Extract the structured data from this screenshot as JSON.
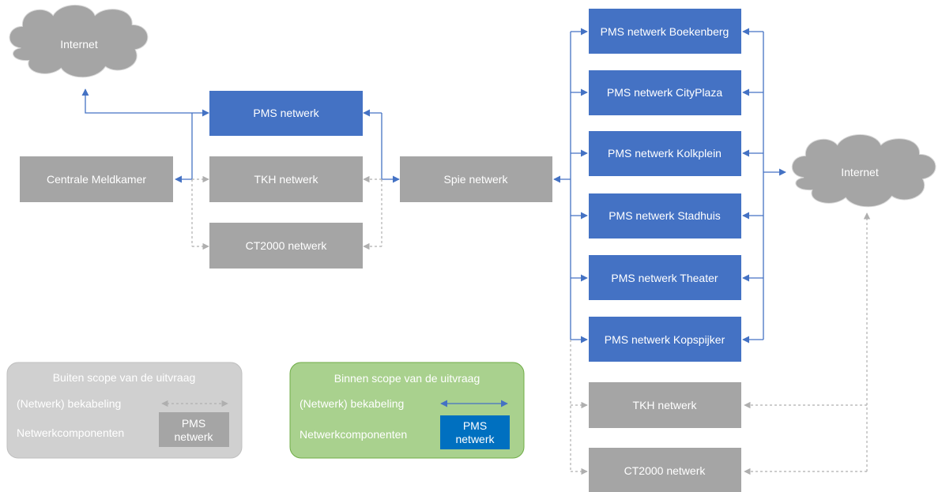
{
  "colors": {
    "pms_blue": "#4472C4",
    "other_gray": "#A5A5A5",
    "legend_gray_bg": "#D0D0D0",
    "legend_green_bg": "#A9D18E",
    "legend_blue_box": "#0070C0",
    "connector_blue": "#4472C4",
    "connector_gray": "#AFAFAF"
  },
  "clouds": {
    "internet_left": "Internet",
    "internet_right": "Internet"
  },
  "left_group": {
    "pms": "PMS netwerk",
    "tkh": "TKH netwerk",
    "ct2000": "CT2000 netwerk",
    "meldkamer": "Centrale Meldkamer",
    "spie": "Spie netwerk"
  },
  "right_group": {
    "boekenberg": "PMS netwerk Boekenberg",
    "cityplaza": "PMS netwerk CityPlaza",
    "kolkplein": "PMS netwerk Kolkplein",
    "stadhuis": "PMS netwerk Stadhuis",
    "theater": "PMS netwerk Theater",
    "kopspijker": "PMS netwerk Kopspijker",
    "tkh": "TKH netwerk",
    "ct2000": "CT2000 netwerk"
  },
  "legend_out": {
    "title": "Buiten scope van de uitvraag",
    "cabling_label": "(Netwerk) bekabeling",
    "components_label": "Netwerkcomponenten",
    "box_line1": "PMS",
    "box_line2": "netwerk"
  },
  "legend_in": {
    "title": "Binnen scope van de uitvraag",
    "cabling_label": "(Netwerk) bekabeling",
    "components_label": "Netwerkcomponenten",
    "box_line1": "PMS",
    "box_line2": "netwerk"
  }
}
